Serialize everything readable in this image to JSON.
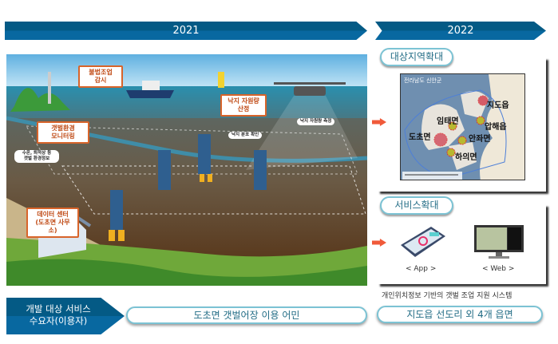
{
  "timeline": {
    "year1": "2021",
    "year2": "2022"
  },
  "illustration": {
    "callouts": {
      "surveillance": "불법조업\n감시",
      "monitoring": "갯벌환경\n모니터링",
      "resource": "낙지 자원량\n산정",
      "datacenter": "데이터 센터\n(도초면 사무소)"
    },
    "bubbles": {
      "env_info": "수온, 퇴적상 등\n갯벌 환경정보",
      "distribution": "낙지 분포 확인",
      "drone": "낙지 자원량 측정"
    }
  },
  "region_expansion": {
    "tag": "대상지역확대",
    "map_title": "전라남도 신안군",
    "places": [
      "지도읍",
      "임태면",
      "압해읍",
      "도초면",
      "안좌면",
      "하의면"
    ]
  },
  "service_expansion": {
    "tag": "서비스확대",
    "app_label": "< App >",
    "web_label": "< Web >",
    "caption": "개인위치정보 기반의 갯벌 조업 지원 시스템"
  },
  "target_users": {
    "label_line1": "개발 대상 서비스",
    "label_line2": "수요자(이용자)",
    "users_2021": "도초면 갯벌어장 이용 어민",
    "users_2022": "지도읍 선도리 외 4개 읍면"
  },
  "colors": {
    "band": "#0868a0",
    "accent": "#d8642a",
    "arrow": "#f05a3a",
    "tag_border": "#7cc3d4"
  }
}
